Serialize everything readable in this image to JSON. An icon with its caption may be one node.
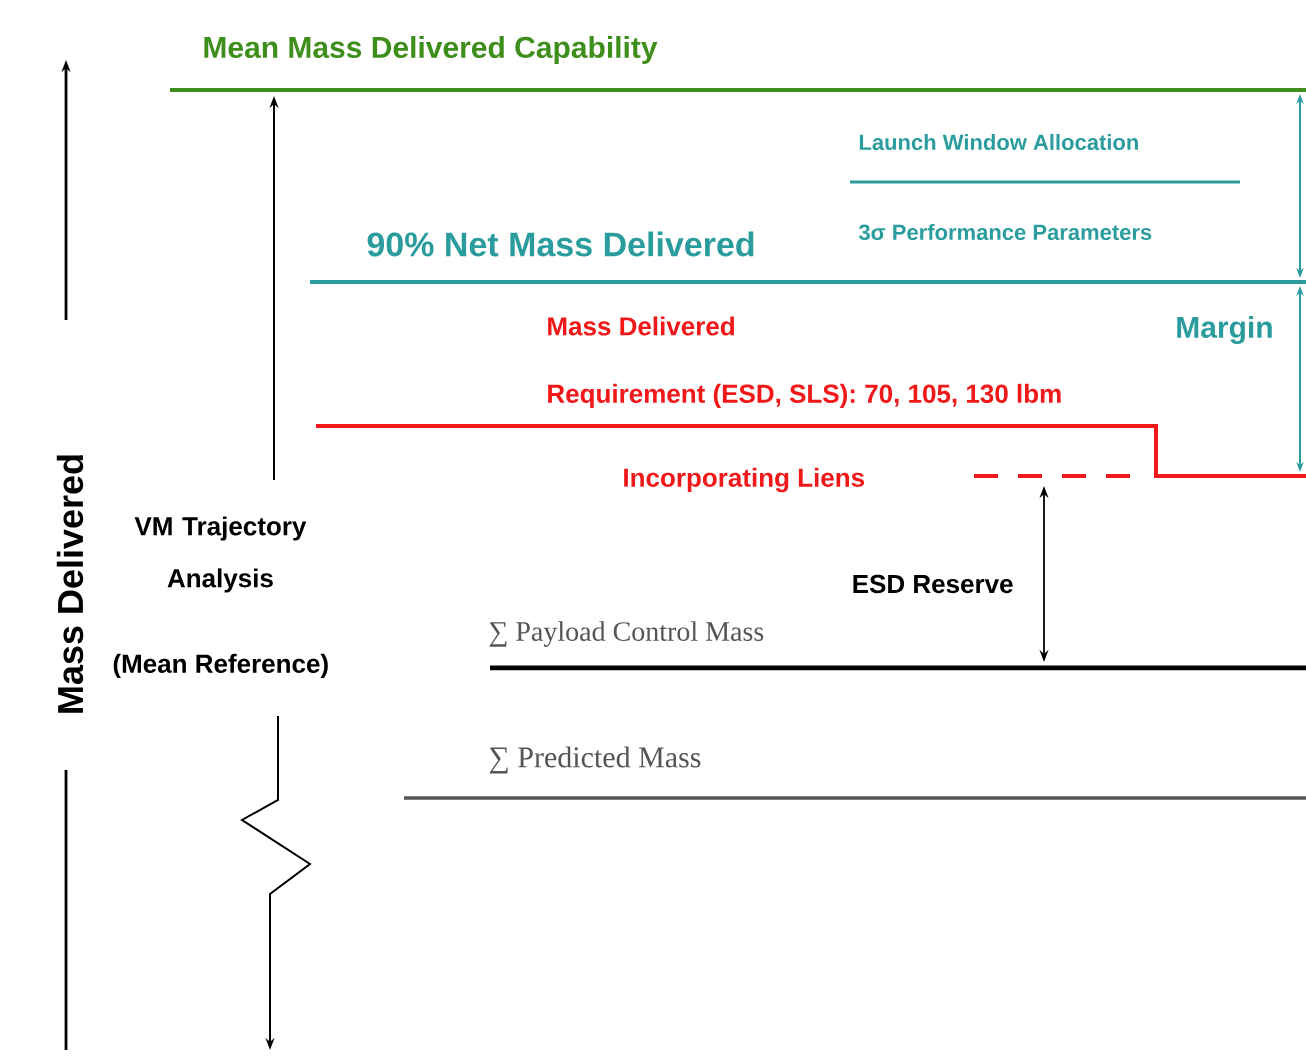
{
  "diagram": {
    "labels": [
      "Mean Mass Delivered Capability",
      "Launch Window Allocation",
      "90% Net Mass Delivered",
      "3σ Performance Parameters",
      "Mass Delivered",
      "Margin",
      "Requirement (ESD, SLS): 70, 105, 130 lbm",
      "Incorporating Liens",
      "VM Trajectory Analysis",
      "ESD Reserve",
      "∑ Payload Control Mass",
      "(Mean Reference)",
      "∑ Predicted Mass",
      "Mass Delivered"
    ]
  }
}
